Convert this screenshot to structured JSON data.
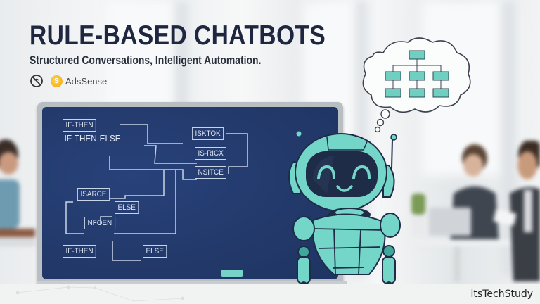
{
  "header": {
    "title": "RULE-BASED CHATBOTS",
    "subtitle": "Structured Conversations, Intelligent Automation.",
    "badges": [
      {
        "icon": "no-entry-icon",
        "label": ""
      },
      {
        "icon": "adsense-coin-icon",
        "label": "AdsSense"
      }
    ]
  },
  "whiteboard": {
    "nodes": [
      {
        "id": "n1",
        "label": "IF-THEN",
        "boxed": true
      },
      {
        "id": "n2",
        "label": "IF-THEN-ELSE",
        "boxed": false
      },
      {
        "id": "n3",
        "label": "ISKTOK",
        "boxed": true
      },
      {
        "id": "n4",
        "label": "IS-RICX",
        "boxed": true
      },
      {
        "id": "n5",
        "label": "NSITCE",
        "boxed": true
      },
      {
        "id": "n6",
        "label": "ISARCE",
        "boxed": true
      },
      {
        "id": "n7",
        "label": "ELSE",
        "boxed": true
      },
      {
        "id": "n8",
        "label": "NFOEN",
        "boxed": true
      },
      {
        "id": "n9",
        "label": "IF-THEN",
        "boxed": true
      },
      {
        "id": "n10",
        "label": "ELSE",
        "boxed": true
      }
    ]
  },
  "illustration": {
    "robot": "smiling-robot",
    "thought_bubble": "flowchart-hierarchy"
  },
  "colors": {
    "title": "#1e2640",
    "board": "#22396a",
    "board_line": "#c9d4e6",
    "robot_teal": "#74d6c9",
    "robot_dark": "#1f2c47",
    "coin": "#f3b21c"
  },
  "footer": {
    "brand": "itsTechStudy"
  }
}
